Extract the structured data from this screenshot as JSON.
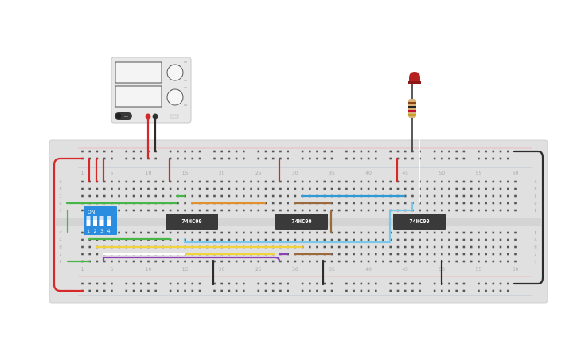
{
  "power_supply": {
    "switch_label": "OFF",
    "knob_labels": [
      "CV",
      "OV",
      "CC",
      "OC"
    ]
  },
  "breadboard": {
    "column_labels": [
      "1",
      "5",
      "10",
      "15",
      "20",
      "25",
      "30",
      "35",
      "40",
      "45",
      "50",
      "55",
      "60"
    ],
    "row_labels_top": [
      "A",
      "B",
      "C",
      "D",
      "E"
    ],
    "row_labels_bottom": [
      "F",
      "G",
      "H",
      "I",
      "J"
    ]
  },
  "dip_switch": {
    "label": "ON",
    "positions": [
      "1",
      "2",
      "3",
      "4"
    ]
  },
  "chips": [
    {
      "label": "74HC00"
    },
    {
      "label": "74HC00"
    },
    {
      "label": "74HC00"
    }
  ],
  "colors": {
    "board": "#e0e0e0",
    "rail_red": "#e03232",
    "rail_black": "#2f2f2f",
    "chip": "#3a3a3a",
    "dip": "#2a8de0",
    "wire_green": "#47b547",
    "wire_orange": "#e0902c",
    "wire_blue": "#2e9ad6",
    "wire_lightblue": "#7ac7e8",
    "wire_yellow": "#f0d23a",
    "wire_purple": "#8e3fb3",
    "wire_brown": "#9a6a3c",
    "wire_white": "#ffffff",
    "led": "#b52020"
  }
}
